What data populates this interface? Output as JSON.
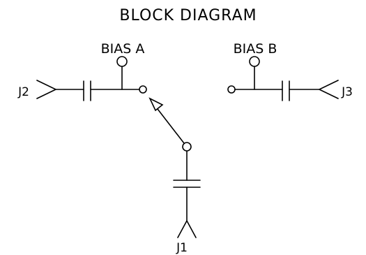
{
  "diagram": {
    "title": "BLOCK DIAGRAM",
    "labels": {
      "bias_a": "BIAS A",
      "bias_b": "BIAS B",
      "j1": "J1",
      "j2": "J2",
      "j3": "J3"
    }
  }
}
